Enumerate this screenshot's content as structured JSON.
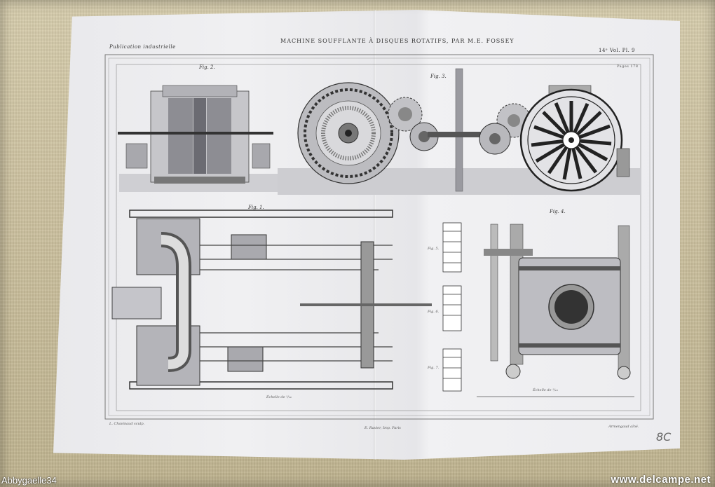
{
  "plate": {
    "title": "MACHINE SOUFFLANTE À DISQUES ROTATIFS, PAR M.E. FOSSEY",
    "publication": "Publication industrielle",
    "plate_number": "14ᵉ Vol. Pl. 9",
    "page_ref": "Pages 178",
    "engraver": "L. Chavinaud sculp.",
    "printer": "E. Ravier, Imp. Paris",
    "draftsman": "Armengaud aîné.",
    "handwritten_mark": "8C"
  },
  "figures": {
    "fig1": "Fig. 1.",
    "fig2": "Fig. 2.",
    "fig3": "Fig. 3.",
    "fig4": "Fig. 4.",
    "fig5": "Fig. 5.",
    "fig6": "Fig. 6.",
    "fig7": "Fig. 7.",
    "scale_left": "Échelle de ¹/₃₀",
    "scale_right": "Échelle de ¹/₁₀"
  },
  "watermarks": {
    "user": "Abbygaelle34",
    "site": "www.delcampe.net"
  }
}
